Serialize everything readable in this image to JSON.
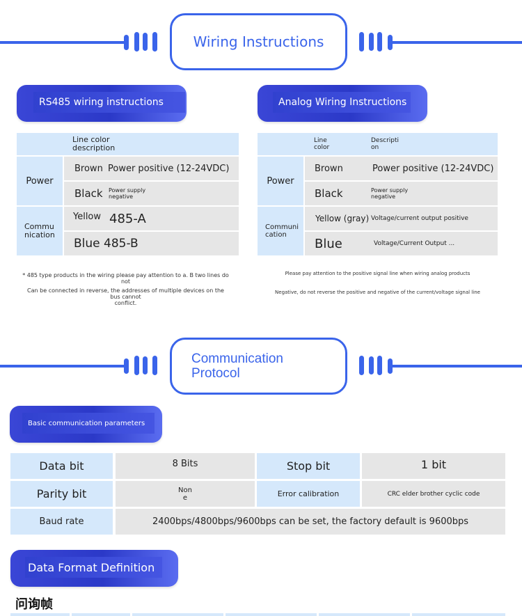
{
  "wiring": {
    "title": "Wiring Instructions",
    "rs485": {
      "tab_label": "RS485 wiring instructions",
      "header": "Line color\ndescription",
      "power_label": "Power",
      "brown_label": "Brown",
      "brown_desc": "Power positive (12-24VDC)",
      "black_label": "Black",
      "black_desc": "Power supply\nnegative",
      "comm_label": "Commu\nnication",
      "yellow_label": "Yellow",
      "yellow_desc": "485-A",
      "blue_text": "Blue 485-B",
      "note1": "* 485 type products in the wiring please pay attention to a. B two lines do not",
      "note2": "Can be connected in reverse, the addresses of multiple devices on the bus cannot\nconflict."
    },
    "analog": {
      "tab_label": "Analog Wiring Instructions",
      "header_a": "Line\ncolor",
      "header_b": "Descripti\non",
      "power_label": "Power",
      "brown_label": "Brown",
      "brown_desc": "Power positive (12-24VDC)",
      "black_label": "Black",
      "black_desc": "Power supply\nnegative",
      "comm_label": "Communi\ncation",
      "yellow_label": "Yellow (gray)",
      "yellow_desc": "Voltage/current output positive",
      "blue_label": "Blue",
      "blue_desc": "Voltage/Current Output ...",
      "note1": "Please pay attention to the positive signal line when wiring analog products",
      "note2": "Negative, do not reverse the positive and negative of the current/voltage signal line"
    }
  },
  "protocol": {
    "title": "Communication\nProtocol",
    "basic_tab": "Basic communication parameters",
    "data_bit_label": "Data bit",
    "data_bit_value": "8 Bits",
    "stop_bit_label": "Stop bit",
    "stop_bit_value": "1 bit",
    "parity_label": "Parity bit",
    "parity_value": "Non\ne",
    "error_label": "Error calibration",
    "error_value": "CRC elder brother cyclic code",
    "baud_label": "Baud rate",
    "baud_value": "2400bps/4800bps/9600bps can be set, the factory default is 9600bps",
    "format_tab": "Data Format Definition",
    "inquiry_label": "问询帧"
  },
  "colors": {
    "accent": "#3a64ea",
    "tab": "#2b39c8",
    "light_blue": "#d5e8fb",
    "gray": "#e6e6e6"
  }
}
